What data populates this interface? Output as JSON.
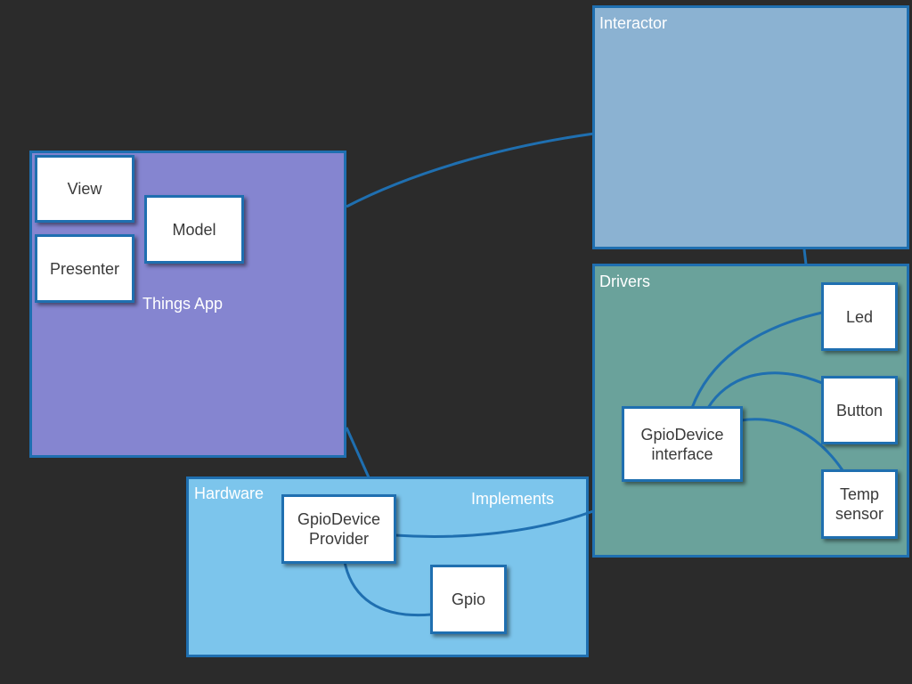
{
  "regions": {
    "things_app": {
      "label": "Things App",
      "color": "#8585d0"
    },
    "interactor": {
      "label": "Interactor",
      "color": "#8bb2d2"
    },
    "drivers": {
      "label": "Drivers",
      "color": "#6aa29b"
    },
    "hardware": {
      "label": "Hardware",
      "color": "#7cc5ec"
    }
  },
  "nodes": {
    "view": "View",
    "model": "Model",
    "presenter": "Presenter",
    "led": "Led",
    "button": "Button",
    "temp_sensor": "Temp\nsensor",
    "gpiodevice_interface": "GpioDevice\ninterface",
    "gpiodevice_provider": "GpioDevice\nProvider",
    "gpio": "Gpio"
  },
  "edge_labels": {
    "implements": "Implements"
  },
  "colors": {
    "background": "#2b2b2b",
    "border": "#1f6fb0",
    "node_fill": "#ffffff"
  }
}
